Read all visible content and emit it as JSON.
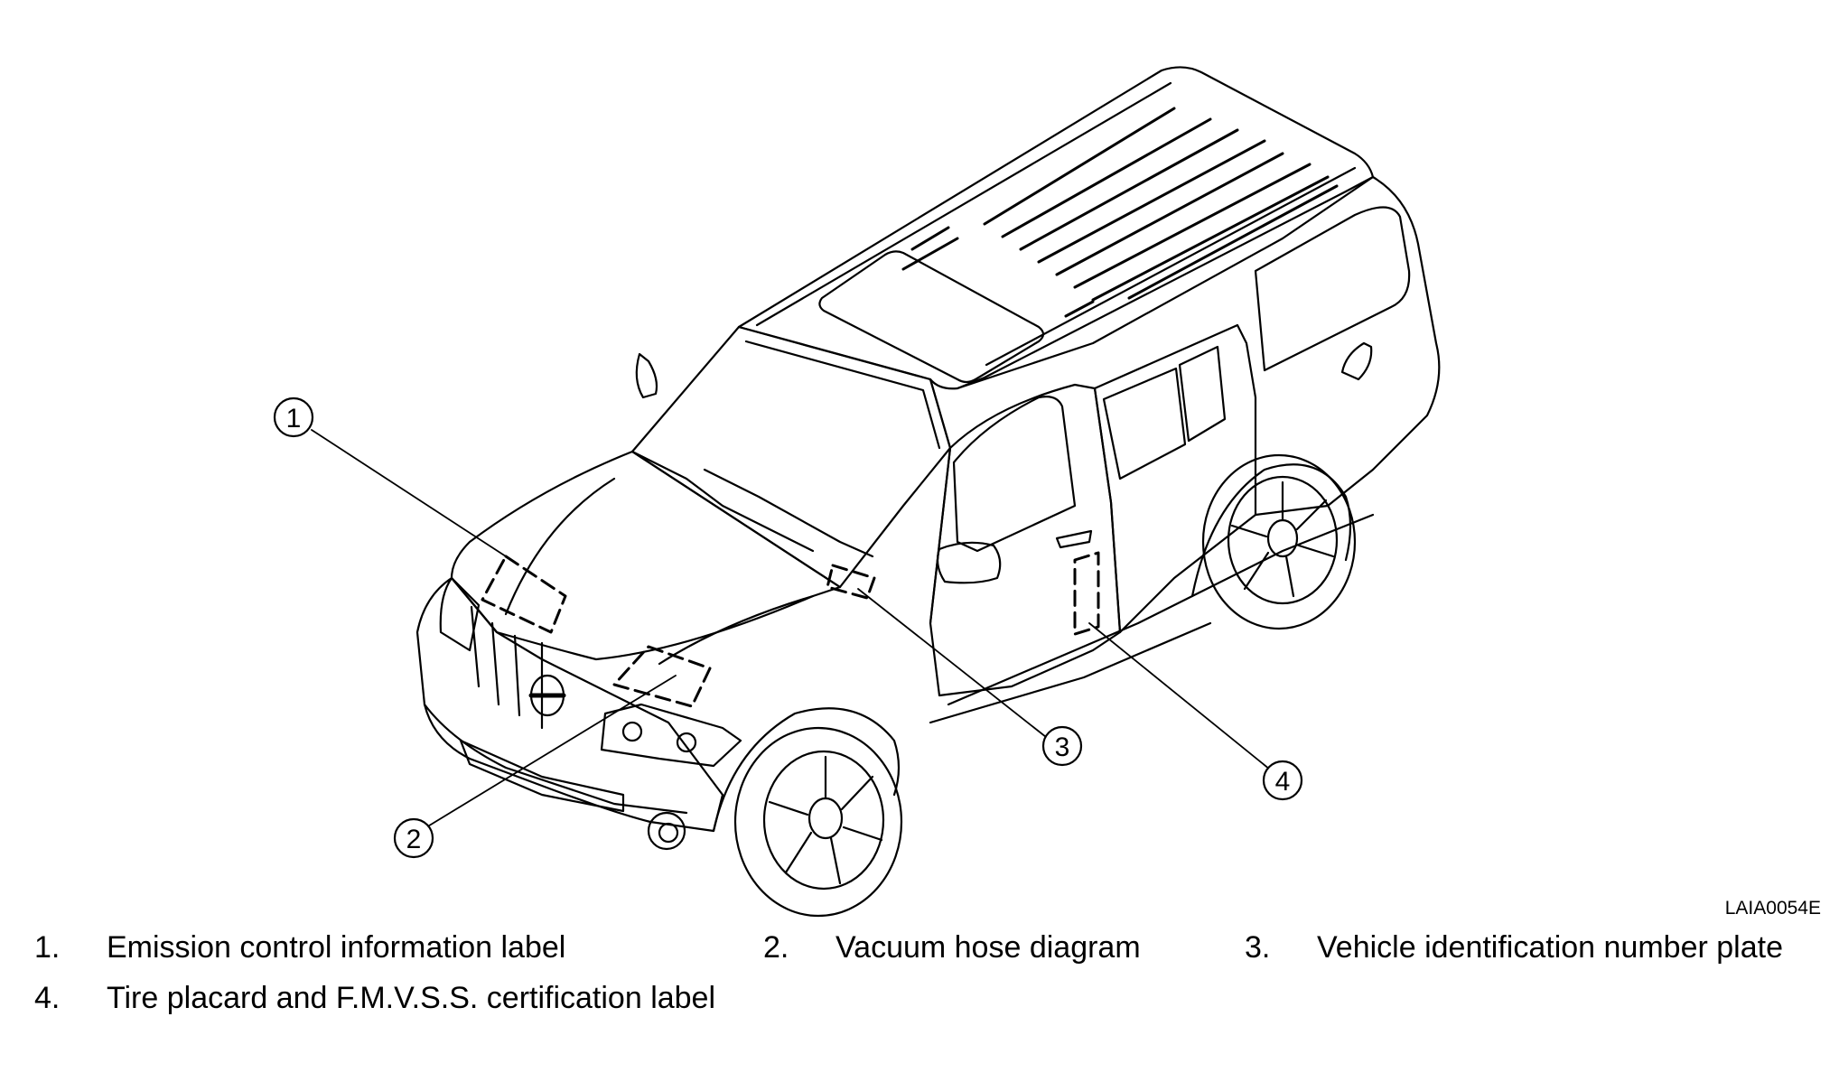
{
  "figure_code": "LAIA0054E",
  "callouts": [
    {
      "id": "1",
      "label": "1"
    },
    {
      "id": "2",
      "label": "2"
    },
    {
      "id": "3",
      "label": "3"
    },
    {
      "id": "4",
      "label": "4"
    }
  ],
  "legend": [
    {
      "number": "1.",
      "text": "Emission control information label"
    },
    {
      "number": "2.",
      "text": "Vacuum hose diagram"
    },
    {
      "number": "3.",
      "text": "Vehicle identification number plate"
    },
    {
      "number": "4.",
      "text": "Tire placard and F.M.V.S.S. certification label"
    }
  ]
}
